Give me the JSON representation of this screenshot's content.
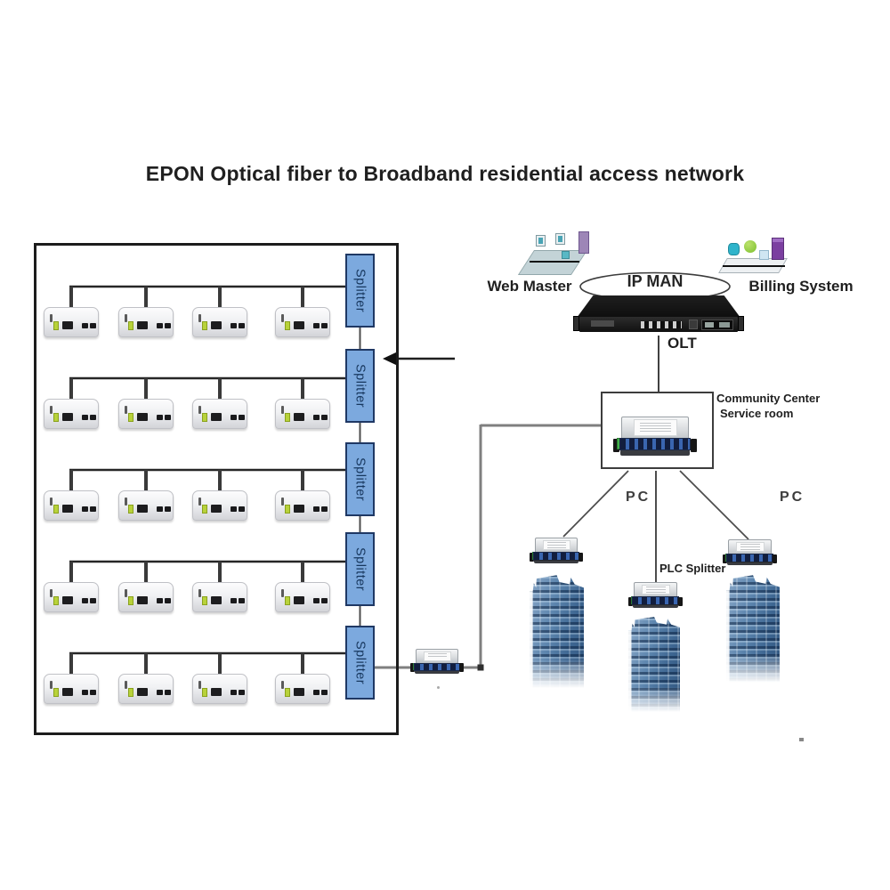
{
  "title": "EPON Optical fiber to Broadband residential access network",
  "core_network": {
    "web_master_label": "Web Master",
    "ip_man_label": "IP MAN",
    "billing_system_label": "Billing System",
    "olt_label": "OLT"
  },
  "service_room": {
    "label_line1": "Community Center",
    "label_line2": "Service room",
    "plc_splitter_label": "PLC Splitter",
    "pc_labels": [
      "PC",
      "PC"
    ]
  },
  "access_network": {
    "splitters": [
      "Splitter",
      "Splitter",
      "Splitter",
      "Splitter",
      "Splitter"
    ],
    "onu_rows": 5,
    "onus_per_row": 4
  },
  "colors": {
    "splitter_fill": "#7CA9DE",
    "splitter_border": "#1F3864",
    "splitter_text": "#17375E",
    "line_dark": "#262626",
    "line_gray": "#7F7F7F",
    "building_blue": "#4F7BA8"
  }
}
